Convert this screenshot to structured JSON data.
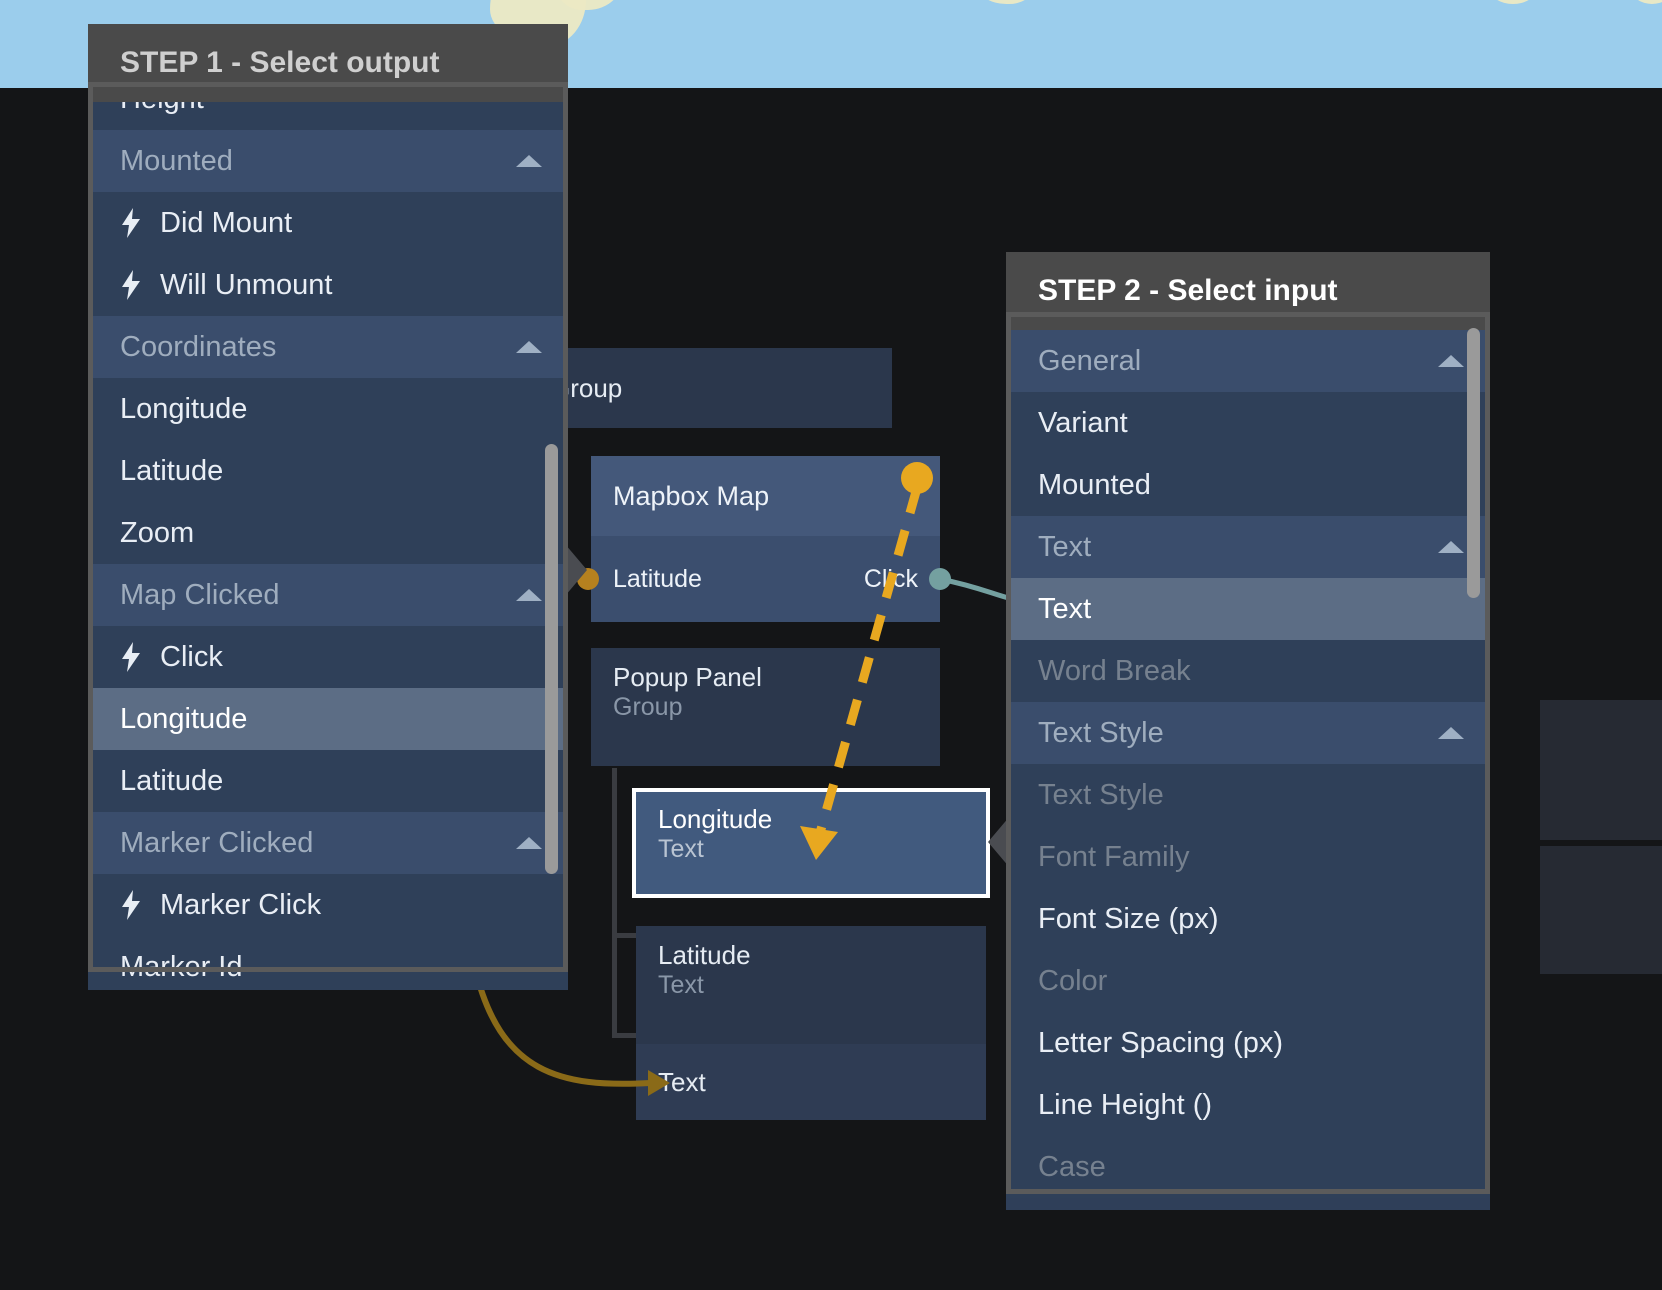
{
  "app": {
    "background_color": "#141517",
    "map_water_color": "#9bcdec",
    "map_land_color": "#ece9c4"
  },
  "step1": {
    "title": "STEP 1 - Select output",
    "scroll_visible": true,
    "options": [
      {
        "label": "Height",
        "kind": "item",
        "state": "clipped-top"
      },
      {
        "label": "Mounted",
        "kind": "group",
        "collapsible": true
      },
      {
        "label": "Did Mount",
        "kind": "event"
      },
      {
        "label": "Will Unmount",
        "kind": "event"
      },
      {
        "label": "Coordinates",
        "kind": "group",
        "collapsible": true
      },
      {
        "label": "Longitude",
        "kind": "item"
      },
      {
        "label": "Latitude",
        "kind": "item"
      },
      {
        "label": "Zoom",
        "kind": "item"
      },
      {
        "label": "Map Clicked",
        "kind": "group",
        "collapsible": true
      },
      {
        "label": "Click",
        "kind": "event"
      },
      {
        "label": "Longitude",
        "kind": "item",
        "state": "selected"
      },
      {
        "label": "Latitude",
        "kind": "item"
      },
      {
        "label": "Marker Clicked",
        "kind": "group",
        "collapsible": true
      },
      {
        "label": "Marker Click",
        "kind": "event"
      },
      {
        "label": "Marker Id",
        "kind": "item",
        "state": "clipped-bottom"
      }
    ]
  },
  "step2": {
    "title": "STEP 2 - Select input",
    "scroll_visible": true,
    "options": [
      {
        "label": "General",
        "kind": "group",
        "collapsible": true
      },
      {
        "label": "Variant",
        "kind": "item"
      },
      {
        "label": "Mounted",
        "kind": "item"
      },
      {
        "label": "Text",
        "kind": "group",
        "collapsible": true
      },
      {
        "label": "Text",
        "kind": "item",
        "state": "selected"
      },
      {
        "label": "Word Break",
        "kind": "item",
        "state": "disabled"
      },
      {
        "label": "Text Style",
        "kind": "group",
        "collapsible": true
      },
      {
        "label": "Text Style",
        "kind": "item",
        "state": "disabled"
      },
      {
        "label": "Font Family",
        "kind": "item",
        "state": "disabled"
      },
      {
        "label": "Font Size (px)",
        "kind": "item"
      },
      {
        "label": "Color",
        "kind": "item",
        "state": "disabled"
      },
      {
        "label": "Letter Spacing (px)",
        "kind": "item"
      },
      {
        "label": "Line Height ()",
        "kind": "item"
      },
      {
        "label": "Case",
        "kind": "item",
        "state": "disabled"
      }
    ]
  },
  "graph": {
    "nodes": [
      {
        "id": "group-top",
        "title": "Group",
        "subtitle": ""
      },
      {
        "id": "mapbox-map",
        "title": "Mapbox Map",
        "subtitle": ""
      },
      {
        "id": "popup-panel",
        "title": "Popup Panel",
        "subtitle": "Group"
      },
      {
        "id": "longitude",
        "title": "Longitude",
        "subtitle": "Text",
        "selected": true
      },
      {
        "id": "latitude",
        "title": "Latitude",
        "subtitle": "Text"
      },
      {
        "id": "text",
        "title": "Text",
        "subtitle": ""
      }
    ],
    "ports": {
      "mapbox_input_label": "Latitude",
      "mapbox_output_label": "Click"
    },
    "connection_color": "#e8a820",
    "wire_color": "#8a6a18",
    "signal_color": "#74a0a0"
  }
}
